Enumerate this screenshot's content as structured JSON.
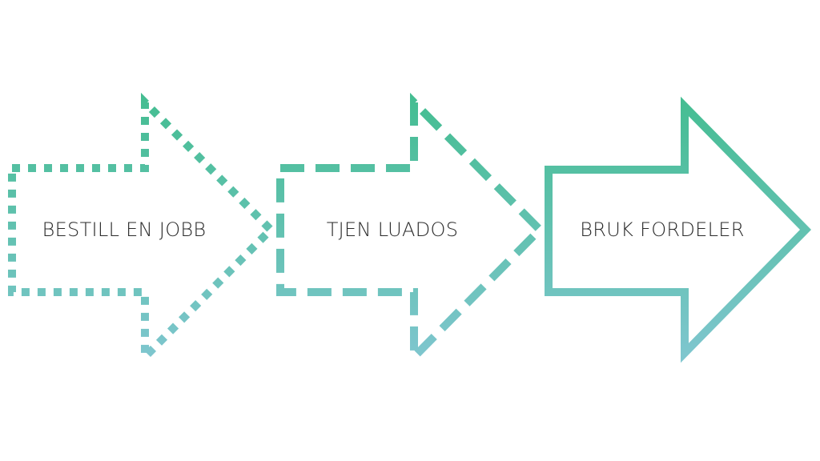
{
  "colors": {
    "gradient_top": "#44bd91",
    "gradient_bottom": "#80c6d0",
    "text": "#2a2a2a"
  },
  "steps": [
    {
      "label": "BESTILL EN JOBB",
      "line_style": "dotted"
    },
    {
      "label": "TJEN LUADOS",
      "line_style": "dashed"
    },
    {
      "label": "BRUK FORDELER",
      "line_style": "solid"
    }
  ]
}
